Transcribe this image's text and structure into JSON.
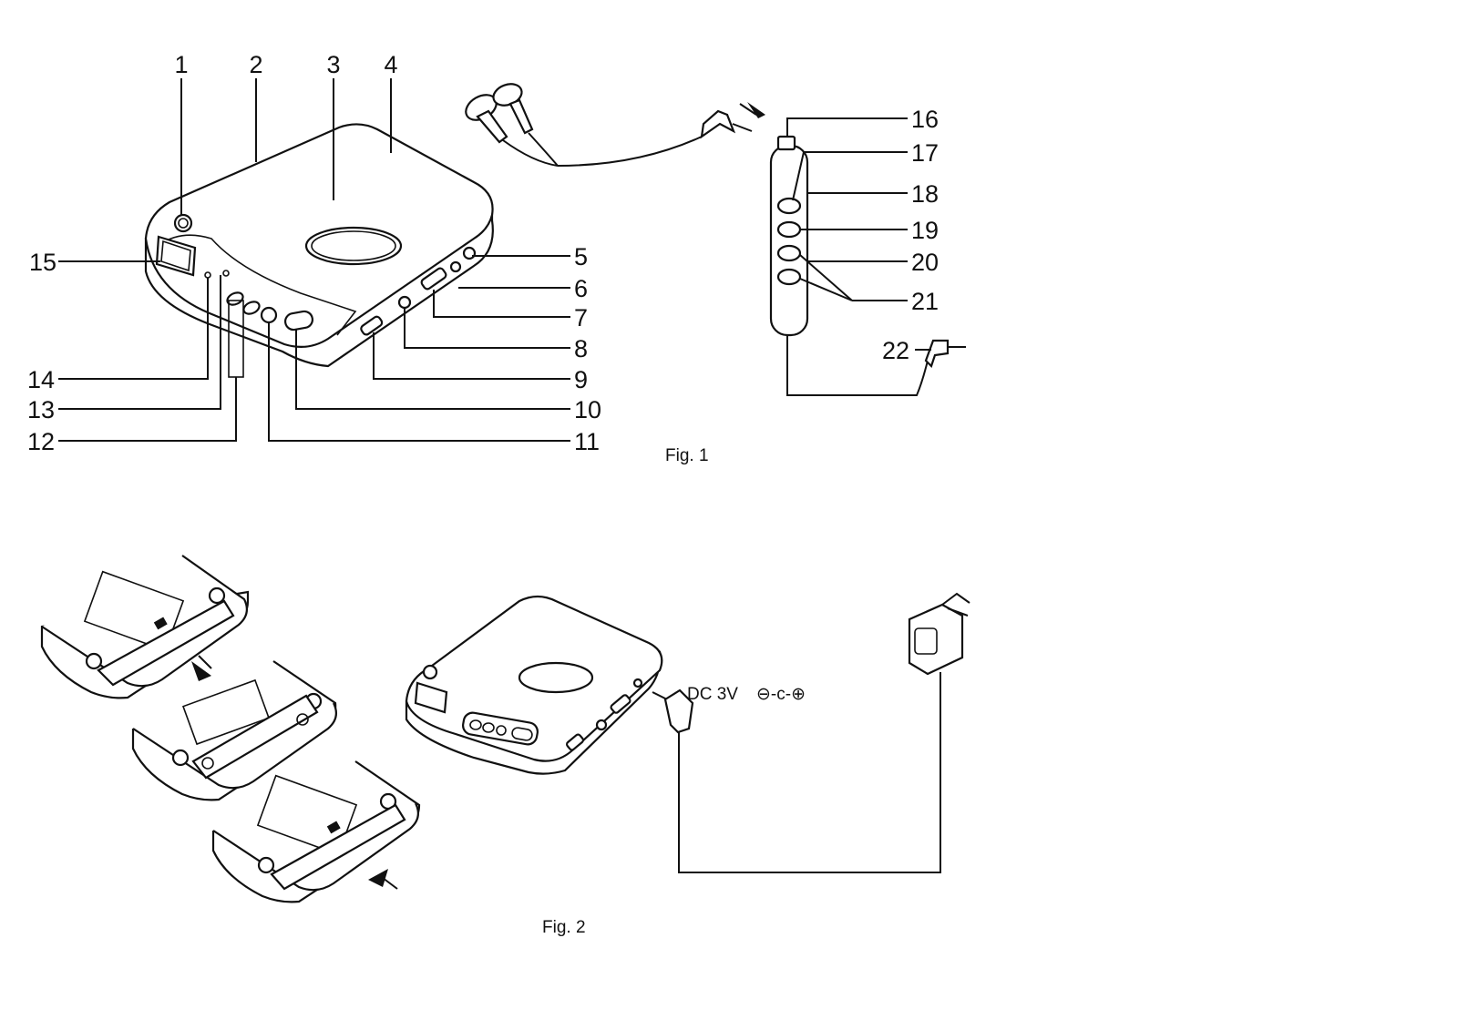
{
  "fig1": {
    "caption": "Fig. 1",
    "callouts": [
      "1",
      "2",
      "3",
      "4",
      "5",
      "6",
      "7",
      "8",
      "9",
      "10",
      "11",
      "12",
      "13",
      "14",
      "15",
      "16",
      "17",
      "18",
      "19",
      "20",
      "21",
      "22"
    ]
  },
  "fig2": {
    "caption": "Fig. 2",
    "power_label": "DC 3V",
    "polarity_symbol": "⊖-ϲ-⊕"
  }
}
